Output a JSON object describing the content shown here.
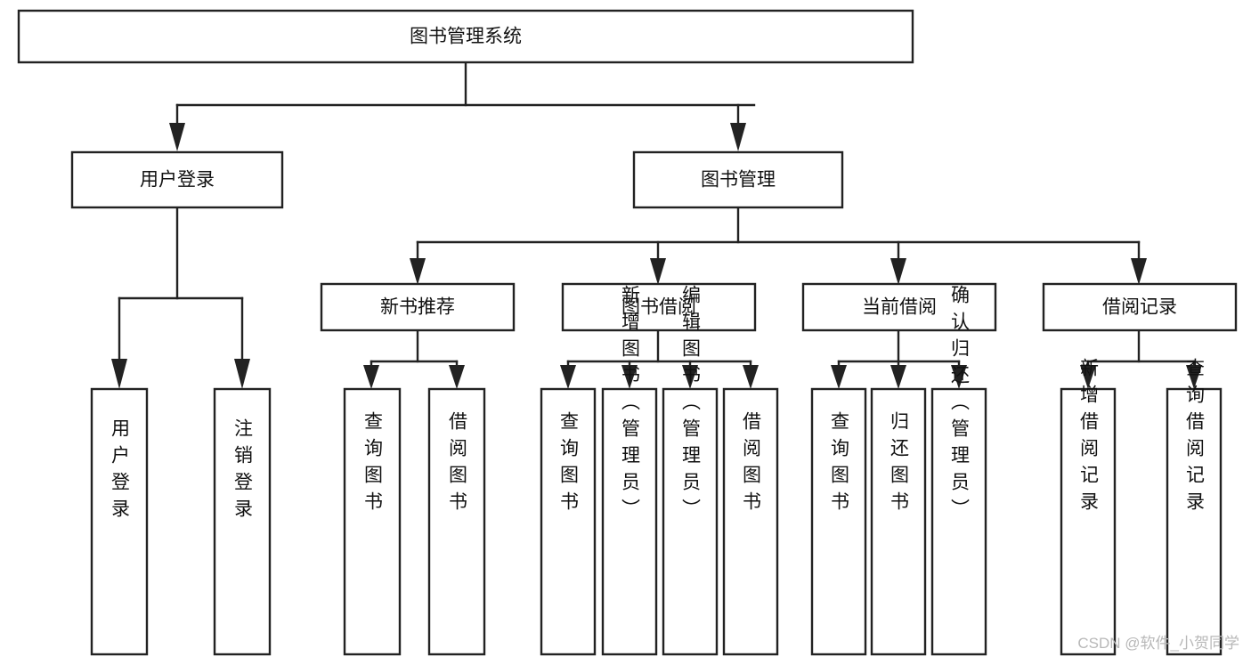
{
  "diagram": {
    "title": "图书管理系统",
    "type": "tree-hierarchy-chart",
    "root": {
      "label": "图书管理系统"
    },
    "level2": [
      {
        "label": "用户登录"
      },
      {
        "label": "图书管理"
      }
    ],
    "level3": [
      {
        "label": "新书推荐"
      },
      {
        "label": "图书借阅"
      },
      {
        "label": "当前借阅"
      },
      {
        "label": "借阅记录"
      }
    ],
    "leaves": {
      "user_login": [
        {
          "label": "用户登录"
        },
        {
          "label": "注销登录"
        }
      ],
      "new_book_recommend": [
        {
          "label": "查询图书"
        },
        {
          "label": "借阅图书"
        }
      ],
      "book_borrow": [
        {
          "label": "查询图书"
        },
        {
          "label": "新增图书（管理员）"
        },
        {
          "label": "编辑图书（管理员）"
        },
        {
          "label": "借阅图书"
        }
      ],
      "current_borrow": [
        {
          "label": "查询图书"
        },
        {
          "label": "归还图书"
        },
        {
          "label": "确认归还（管理员）"
        }
      ],
      "borrow_record": [
        {
          "label": "新增借阅记录"
        },
        {
          "label": "查询借阅记录"
        }
      ]
    }
  },
  "watermark": {
    "text": "CSDN @软件_小贺同学"
  },
  "colors": {
    "stroke": "#222222",
    "fill": "#ffffff",
    "text": "#111111",
    "watermark": "#b8b8b8"
  }
}
